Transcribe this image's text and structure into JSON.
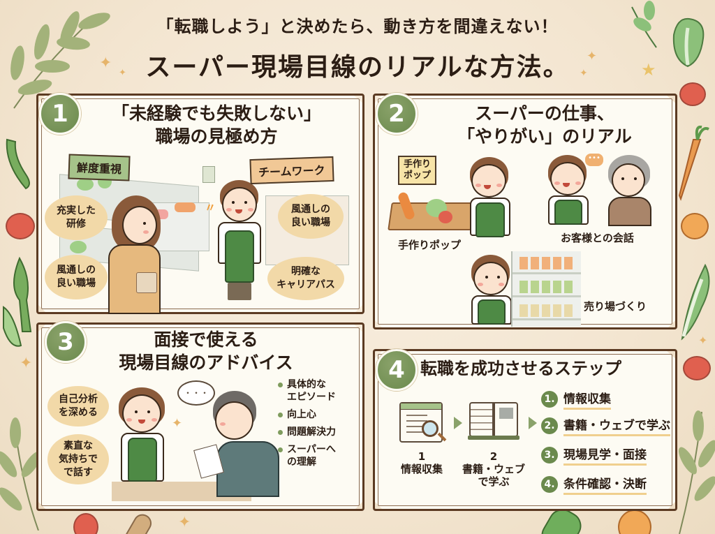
{
  "header": {
    "subtitle": "「転職しよう」と決めたら、動き方を間違えない！",
    "title": "スーパー現場目線のリアルな方法。"
  },
  "panels": [
    {
      "number": "1",
      "title_line1": "「未経験でも失敗しない」",
      "title_line2": "職場の見極め方",
      "signs": [
        "鮮度重視",
        "チームワーク"
      ],
      "bubbles": [
        {
          "line1": "充実した",
          "line2": "研修"
        },
        {
          "line1": "風通しの",
          "line2": "良い職場"
        },
        {
          "line1": "風通しの",
          "line2": "良い職場"
        },
        {
          "line1": "明確な",
          "line2": "キャリアパス"
        }
      ]
    },
    {
      "number": "2",
      "title_line1": "スーパーの仕事、",
      "title_line2": "「やりがい」のリアル",
      "pop_sign": {
        "line1": "手作り",
        "line2": "ポップ"
      },
      "captions": [
        "手作りポップ",
        "お客様との会話",
        "売り場づくり"
      ]
    },
    {
      "number": "3",
      "title_line1": "面接で使える",
      "title_line2": "現場目線のアドバイス",
      "bubbles": [
        {
          "line1": "自己分析",
          "line2": "を深める"
        },
        {
          "line1": "素直な",
          "line2": "気持ちで",
          "line3": "で話す"
        }
      ],
      "speech": "・・・",
      "bullets": [
        "具体的な\nエピソード",
        "向上心",
        "問題解決力",
        "スーパーへ\nの理解"
      ]
    },
    {
      "number": "4",
      "title": "転職を成功させるステップ",
      "flow": [
        {
          "num": "1",
          "label": "情報収集",
          "icon": "document-search-icon"
        },
        {
          "num": "2",
          "label_line1": "書籍・ウェブ",
          "label_line2": "で学ぶ",
          "icon": "open-book-icon"
        }
      ],
      "steps": [
        {
          "num": "1.",
          "label": "情報収集"
        },
        {
          "num": "2.",
          "label": "書籍・ウェブで学ぶ"
        },
        {
          "num": "3.",
          "label": "現場見学・面接"
        },
        {
          "num": "4.",
          "label": "条件確認・決断"
        }
      ]
    }
  ],
  "colors": {
    "background": "#f3e5d0",
    "panel": "#fdfbf3",
    "border": "#5b3a22",
    "badge_green": "#6b8a4d",
    "bubble": "#f2d9a8",
    "apron": "#4e8a45",
    "underline": "#f0cf8e"
  },
  "decorations": [
    "leaf-spray-icon",
    "sparkle-icon",
    "tomato-icon",
    "carrot-icon",
    "cabbage-icon",
    "pea-pod-icon",
    "orange-icon",
    "cucumber-icon",
    "star-icon"
  ]
}
